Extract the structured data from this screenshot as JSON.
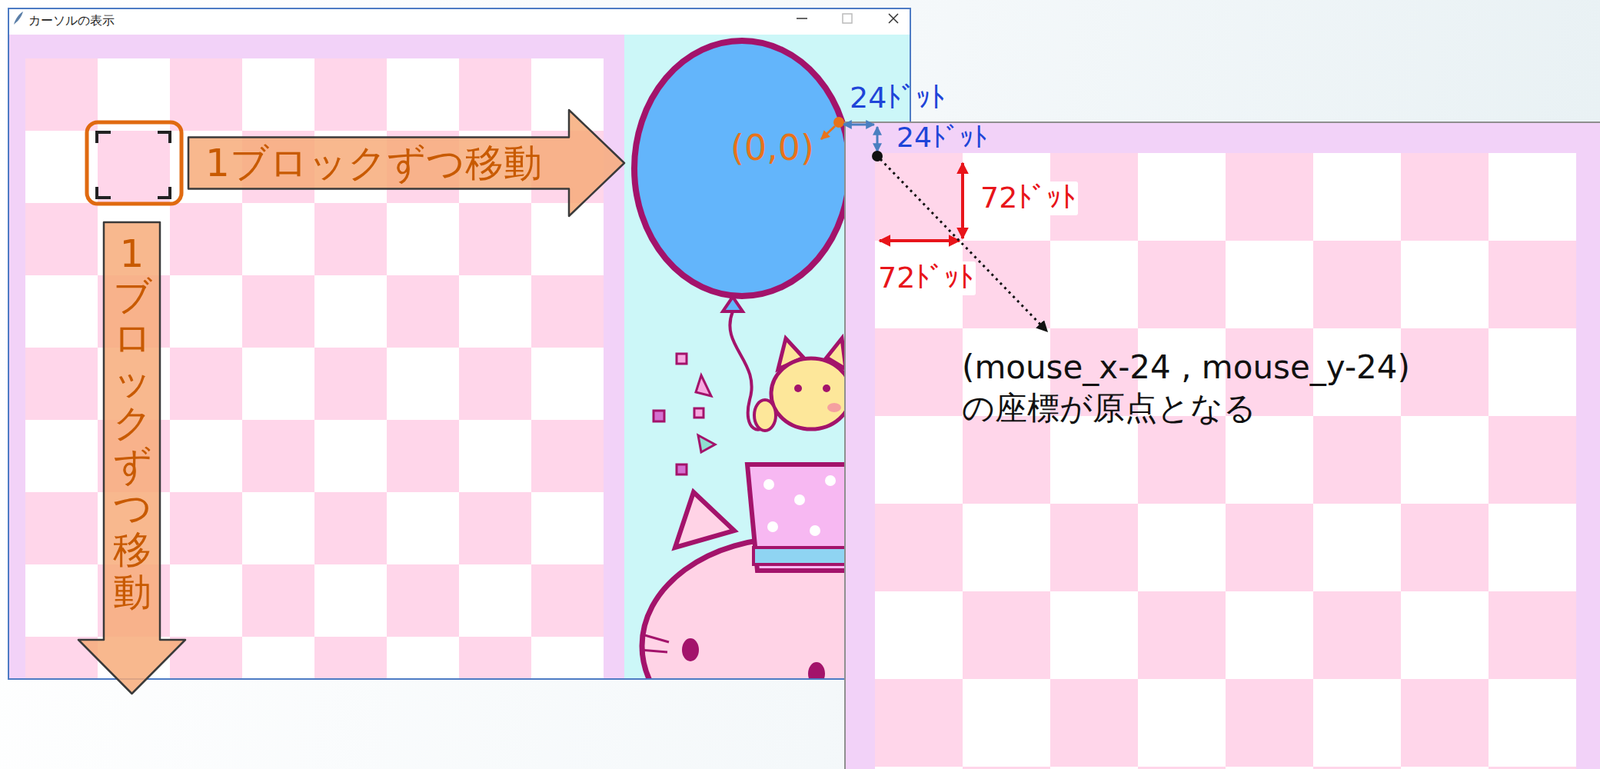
{
  "diagram": {
    "nodes": [
      {
        "text": [
          "カーソルの表示"
        ]
      },
      {
        "text": [
          "1ブロックずつ移動"
        ],
        "in": 0
      },
      {
        "text": [
          "1ブロックずつ移動"
        ],
        "in": 0
      }
    ],
    "labels": [
      "24ﾄﾞｯﾄ",
      "24ﾄﾞｯﾄ",
      "(0,0)",
      "72ﾄﾞｯﾄ",
      "72ﾄﾞｯﾄ",
      "(mouse_x-24 , mouse_y-24) の座標が原点となる"
    ]
  }
}
